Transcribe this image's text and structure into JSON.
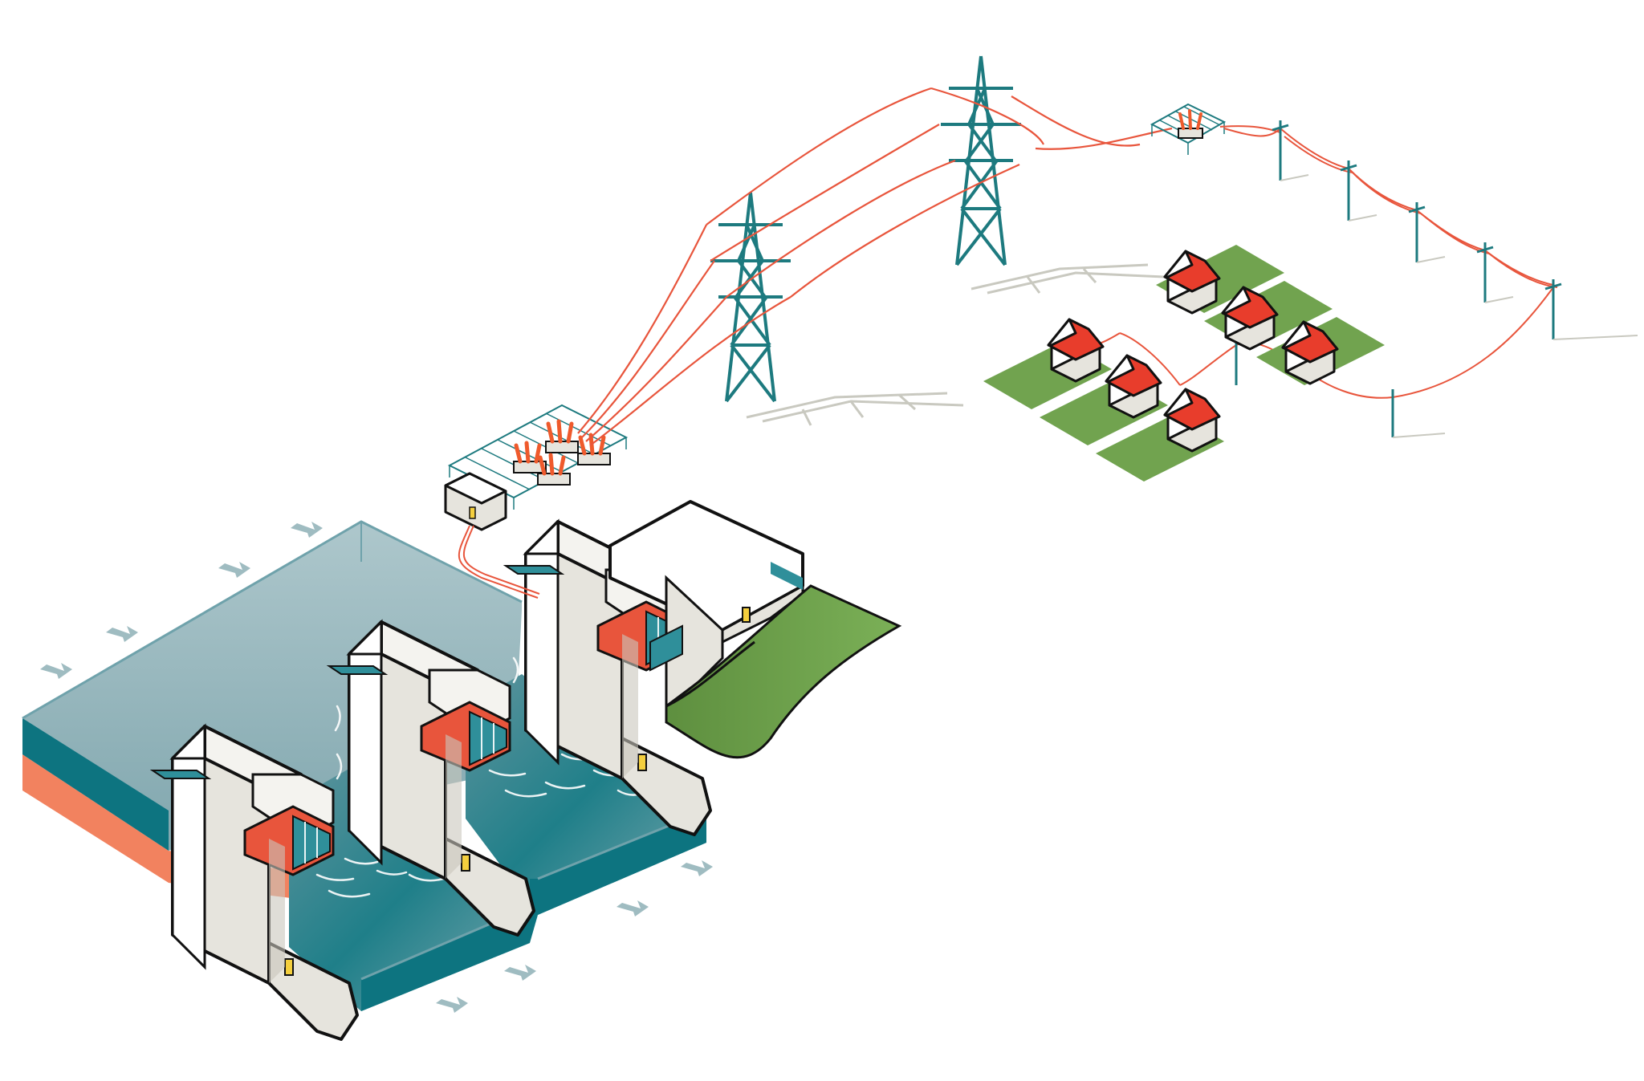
{
  "diagram": {
    "subject": "hydroelectric-dam-to-homes",
    "text_labels": []
  },
  "colors": {
    "background": "#ffffff",
    "water_top": "#89adb4",
    "water_side": "#0d7480",
    "water_edge": "#6fa2ab",
    "earth": "#f2825f",
    "concrete": "#e6e4dd",
    "concrete_shade": "#c9c6bd",
    "outline": "#111111",
    "window_frame": "#e8553c",
    "glass": "#2f8f9a",
    "tower": "#1d7a7f",
    "tower_shadow": "#c9c9c0",
    "power_line": "#e8553c",
    "transformer": "#ef5a2c",
    "grass": "#71a34f",
    "grass_dark": "#5e8f3f",
    "roof": "#e83d2c",
    "door": "#f4cf3e",
    "flow_arrow": "#9fbcc1"
  },
  "counts": {
    "dam_turbine_blocks": 3,
    "transmission_towers": 2,
    "substations": 2,
    "houses": 6,
    "utility_poles": 7,
    "house_lots": 6
  }
}
